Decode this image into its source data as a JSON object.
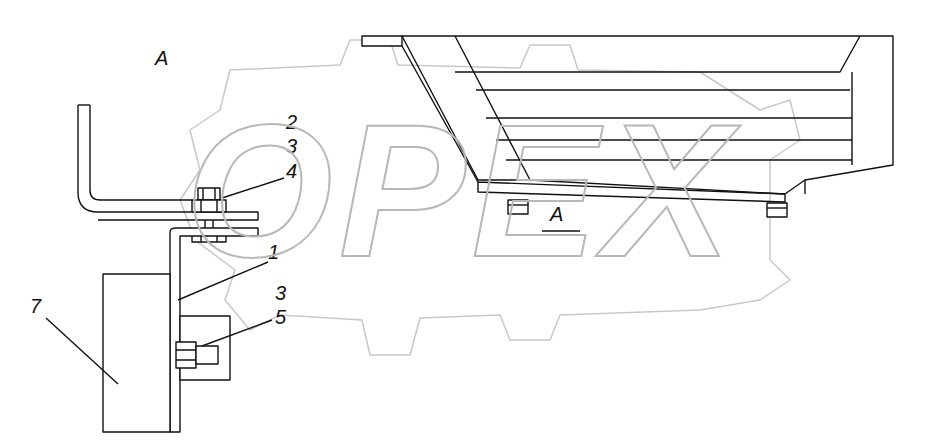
{
  "diagram": {
    "labels": [
      "A",
      "2",
      "3",
      "4",
      "1",
      "3",
      "5",
      "7",
      "A",
      "OPEX"
    ]
  }
}
